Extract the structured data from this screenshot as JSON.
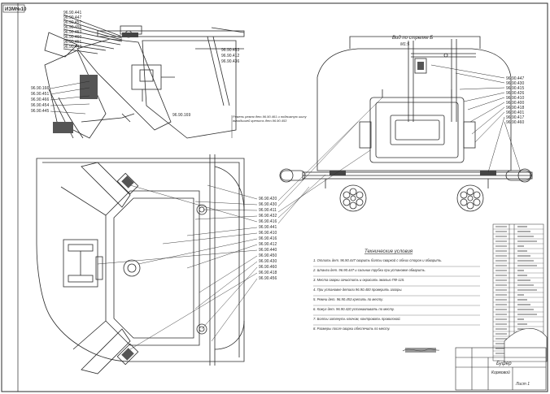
{
  "sheet": {
    "corner_tag": "ИЗМ№10",
    "background": "#ffffff",
    "ink": "#2b2b2b"
  },
  "view_b": {
    "title": "Вид по стрелке Б",
    "subtitle": "М1:5"
  },
  "notes": {
    "heading": "Технические условия",
    "items": [
      "1. Отлить дет. 96.90.447 сварить болты сваркой с обеих сторон и обварить.",
      "2. Шланги дет. 96.90.447 и сальник трубки при установке обварить.",
      "3. Места сварки зачистить и окрасить эмалью ПФ-115.",
      "4. При установке детали 96.90.400 проверить зазоры.",
      "5. Ремни дет. 96.90.453 крепить по месту.",
      "6. Кожух дет. 96.90.420 устанавливать по месту.",
      "7. Болты затянуть ключом, контровать проволокой.",
      "8. Размеры после сварки обеспечить по месту."
    ]
  },
  "side_note": "Ремень ремня дет.96.90.461 и подвижную шину вкладышей крепить дет.96.90.453",
  "top_labels": [
    "96.90.441",
    "96.90.447",
    "96.90.457",
    "96.90.456",
    "96.90.453",
    "96.90.460",
    "96.90.451",
    "96.90.443"
  ],
  "left_labels": [
    "96.90.166",
    "96.90.451",
    "96.90.466",
    "96.90.454",
    "96.90.445"
  ],
  "mid_labels": [
    "96.90.453",
    "96.90.412",
    "96.90.436"
  ],
  "small_label": "96.90.169",
  "right_labels": [
    "96.90.447",
    "96.90.430",
    "96.90.415",
    "96.90.426",
    "96.90.410",
    "96.90.400",
    "96.90.418",
    "96.90.401",
    "96.90.417",
    "96.90.460"
  ],
  "center_labels": [
    "96.90.420",
    "96.90.430",
    "96.90.411",
    "96.90.432",
    "96.90.416",
    "96.90.441",
    "96.90.410",
    "96.90.416",
    "96.90.412",
    "96.90.440",
    "96.90.450",
    "96.90.430",
    "96.90.460",
    "96.90.418",
    "96.90.456"
  ],
  "stamp": {
    "title": "Буфер",
    "subtitle": "Кормовой",
    "sheet_no": "Лист 1"
  },
  "table_rows": 28
}
